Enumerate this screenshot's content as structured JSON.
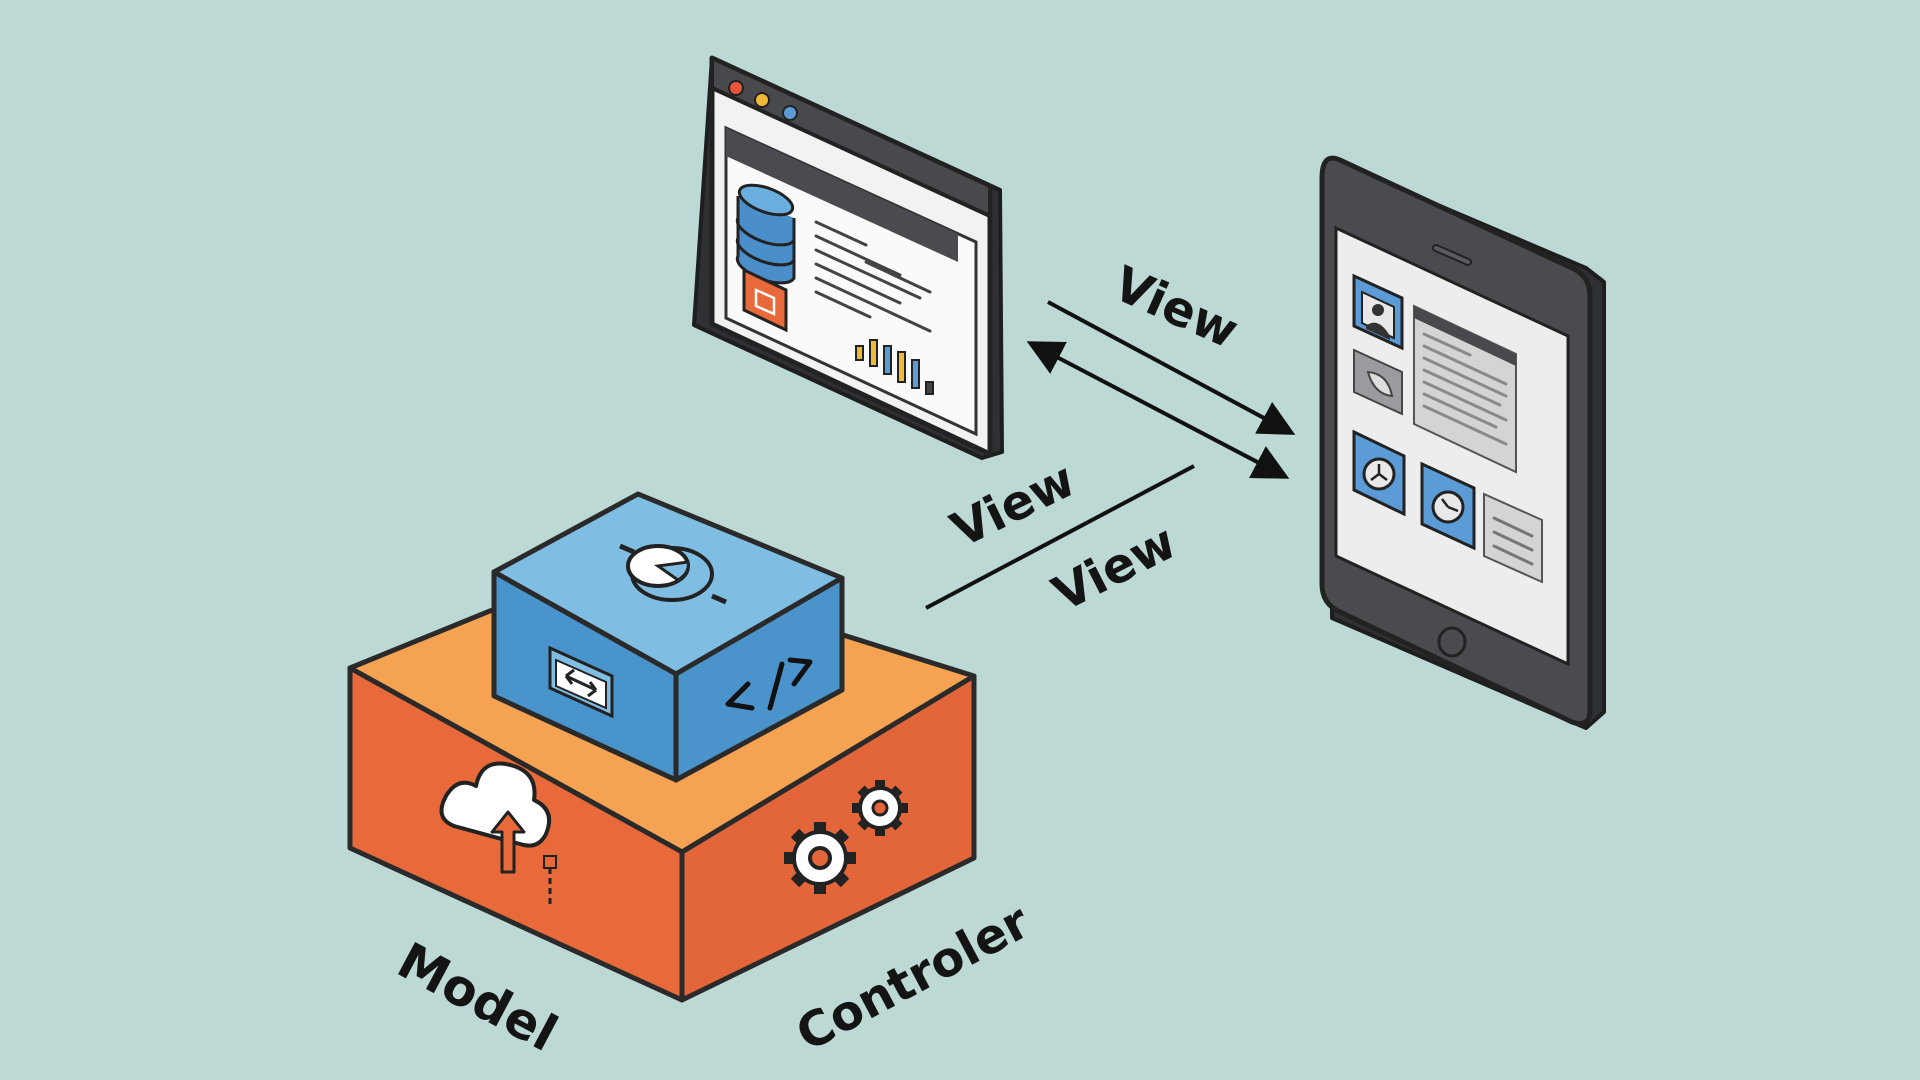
{
  "labels": {
    "view_top": "View",
    "view_middle": "View",
    "view_bottom": "View",
    "model": "Model",
    "controller": "Controler"
  },
  "icons": {
    "browser": "browser-window-icon",
    "database": "database-icon",
    "tablet": "tablet-device-icon",
    "cloud": "cloud-upload-icon",
    "gears": "gears-icon",
    "code": "code-icon",
    "chart": "pie-chart-icon",
    "arrows": "left-right-arrow-icon"
  },
  "colors": {
    "background": "#bcd9d6",
    "orange_top": "#f5a253",
    "orange_side": "#e8693a",
    "blue_top": "#7fbde3",
    "blue_side": "#4a94cc",
    "outline": "#2a2a2a",
    "device_dark": "#4a4b4f",
    "screen": "#eeeeee"
  }
}
